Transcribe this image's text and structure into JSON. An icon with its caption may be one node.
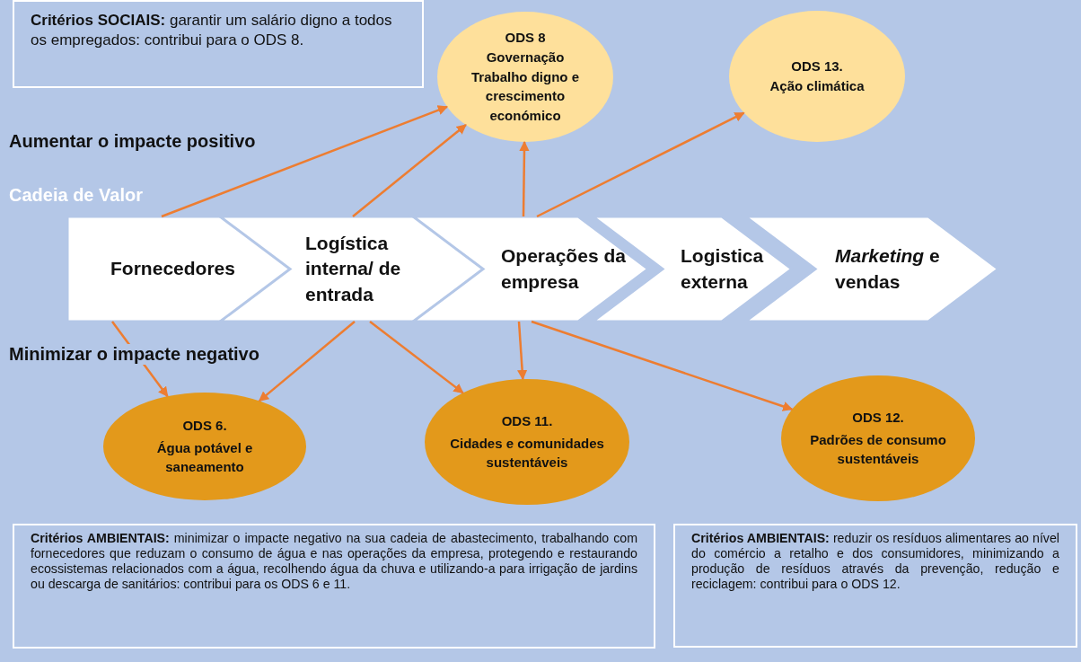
{
  "diagram": {
    "nodes": [
      {
        "text": [
          "**Critérios SOCIAIS:** garantir um salário digno a todos os empregados: contribui para o ODS 8."
        ]
      },
      {
        "text": [
          "ODS 8",
          "Governação Trabalho digno e crescimento económico"
        ]
      },
      {
        "text": [
          "ODS 13.",
          "Ação climática"
        ]
      },
      {
        "text": [
          "Fornecedores"
        ]
      },
      {
        "text": [
          "Logística interna/ de entrada"
        ]
      },
      {
        "text": [
          "Operações da empresa"
        ]
      },
      {
        "text": [
          "Logistica externa"
        ]
      },
      {
        "text": [
          "*Marketing* e vendas"
        ]
      },
      {
        "text": [
          "ODS 6.",
          "Água potável e saneamento"
        ]
      },
      {
        "text": [
          "ODS 11.",
          "Cidades e comunidades sustentáveis"
        ]
      },
      {
        "text": [
          "ODS 12.",
          "Padrões de consumo sustentáveis"
        ]
      },
      {
        "text": [
          "**Critérios AMBIENTAIS:** minimizar o impacte negativo na sua cadeia de abastecimento, trabalhando com fornecedores que reduzam o consumo de água e nas operações da empresa, protegendo e restaurando ecossistemas relacionados com a água, recolhendo água da chuva e utilizando-a para irrigação de jardins ou descarga de sanitários: contribui para os ODS 6 e 11."
        ]
      },
      {
        "text": [
          "**Critérios AMBIENTAIS:** reduzir os resíduos alimentares ao nível do comércio a retalho e dos consumidores, minimizando a produção de resíduos através da prevenção, redução e reciclagem: contribui para o ODS 12."
        ]
      }
    ],
    "edges": [
      {
        "from": 3,
        "to": 1,
        "arrow": "to"
      },
      {
        "from": 4,
        "to": 1,
        "arrow": "to"
      },
      {
        "from": 5,
        "to": 1,
        "arrow": "to"
      },
      {
        "from": 5,
        "to": 2,
        "arrow": "to"
      },
      {
        "from": 3,
        "to": 8,
        "arrow": "to"
      },
      {
        "from": 4,
        "to": 8,
        "arrow": "to"
      },
      {
        "from": 4,
        "to": 9,
        "arrow": "to"
      },
      {
        "from": 5,
        "to": 9,
        "arrow": "to"
      },
      {
        "from": 5,
        "to": 10,
        "arrow": "to"
      }
    ],
    "labels": [
      "Aumentar o impacte positivo",
      "Cadeia de Valor",
      "Minimizar o impacte negativo"
    ]
  }
}
